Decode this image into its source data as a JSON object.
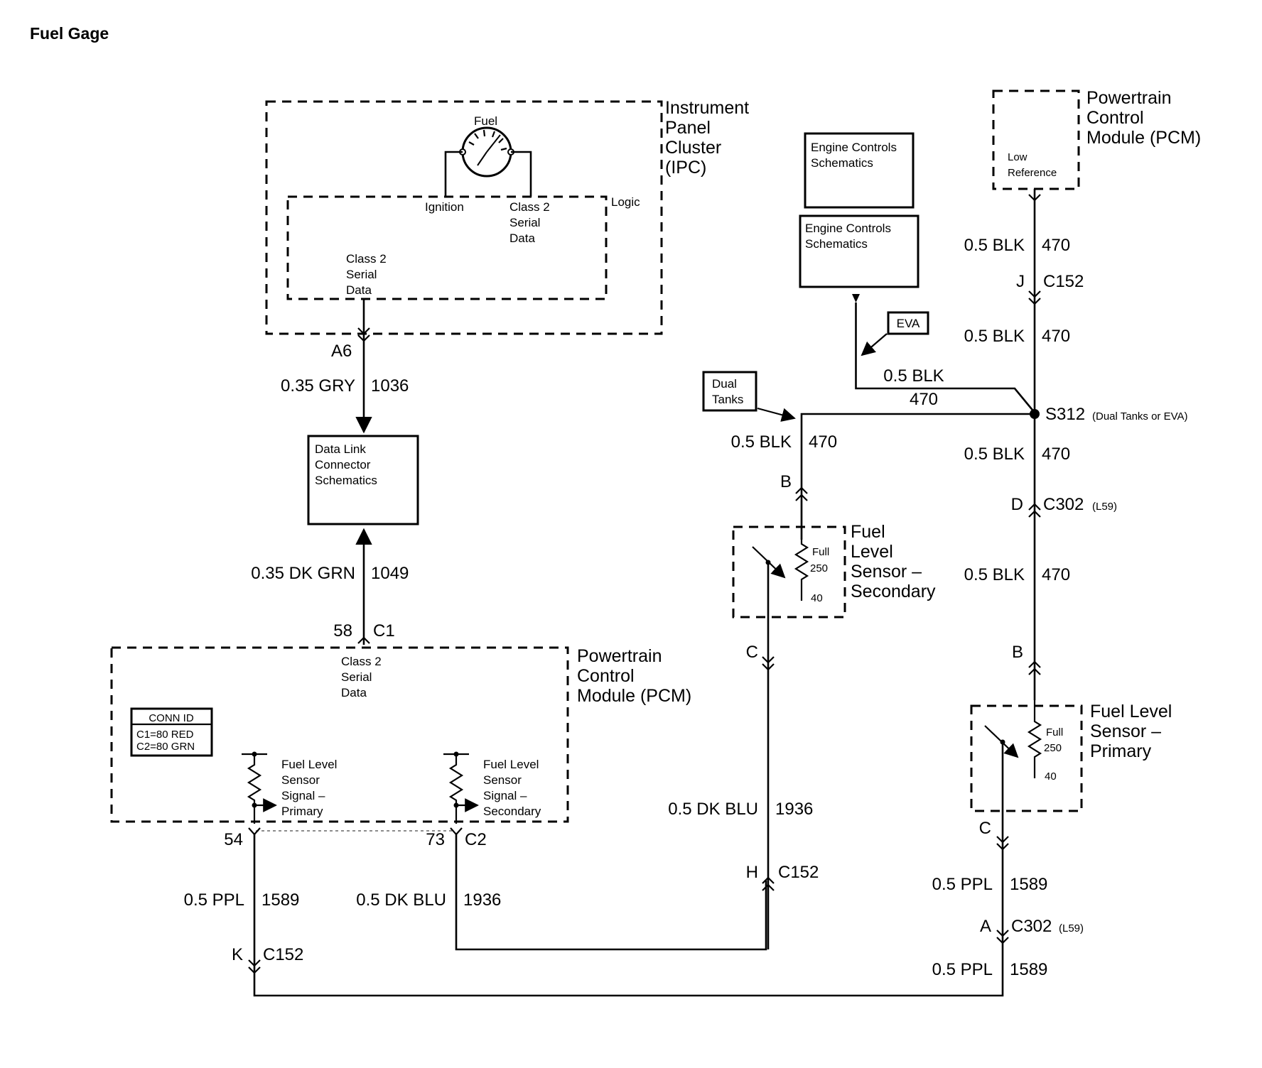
{
  "title": "Fuel Gage",
  "ipc": {
    "name": "Instrument\nPanel\nCluster\n(IPC)",
    "fuel": "Fuel",
    "logic": "Logic",
    "ignition": "Ignition",
    "serial_right": "Class 2\nSerial\nData",
    "serial_left": "Class 2\nSerial\nData",
    "pin": "A6"
  },
  "wire_gry": {
    "gauge": "0.35 GRY",
    "circuit": "1036"
  },
  "dlc": {
    "label": "Data Link\nConnector\nSchematics"
  },
  "wire_dkgrn": {
    "gauge": "0.35 DK GRN",
    "circuit": "1049"
  },
  "pcm_main": {
    "pin": "58",
    "connector": "C1",
    "name": "Powertrain\nControl\nModule (PCM)",
    "serial": "Class 2\nSerial\nData",
    "conn_id_title": "CONN ID",
    "conn_id_lines": "C1=80 RED\nC2=80 GRN",
    "sig_primary": "Fuel Level\nSensor\nSignal –\nPrimary",
    "sig_secondary": "Fuel Level\nSensor\nSignal –\nSecondary",
    "pin_54": "54",
    "pin_73": "73",
    "conn_c2": "C2"
  },
  "wire_ppl_left": {
    "gauge": "0.5 PPL",
    "circuit": "1589",
    "pin": "K",
    "connector": "C152"
  },
  "wire_dkblu_left": {
    "gauge": "0.5 DK BLU",
    "circuit": "1936"
  },
  "pcm_top": {
    "name": "Powertrain\nControl\nModule (PCM)",
    "low_ref": "Low\nReference"
  },
  "engine_controls_1": "Engine Controls\nSchematics",
  "engine_controls_2": "Engine Controls\nSchematics",
  "eva": "EVA",
  "dual_tanks": "Dual\nTanks",
  "right_wires": {
    "blk1": {
      "gauge": "0.5 BLK",
      "circuit": "470"
    },
    "c152_pin": "J",
    "c152": "C152",
    "blk2": {
      "gauge": "0.5 BLK",
      "circuit": "470"
    },
    "ec_gauge": "0.5 BLK",
    "ec_circuit": "470",
    "splice": "S312",
    "splice_note": "(Dual Tanks or EVA)",
    "blk3": {
      "gauge": "0.5 BLK",
      "circuit": "470"
    },
    "c302_pin": "D",
    "c302": "C302",
    "c302_note": "(L59)",
    "blk4": {
      "gauge": "0.5 BLK",
      "circuit": "470"
    },
    "pin_b": "B",
    "pin_c": "C",
    "ppl1": {
      "gauge": "0.5 PPL",
      "circuit": "1589"
    },
    "c302b_pin": "A",
    "c302b": "C302",
    "c302b_note": "(L59)",
    "ppl2": {
      "gauge": "0.5 PPL",
      "circuit": "1589"
    }
  },
  "secondary": {
    "blk": {
      "gauge": "0.5 BLK",
      "circuit": "470"
    },
    "pin_b": "B",
    "name": "Fuel\nLevel\nSensor –\nSecondary",
    "full": "Full",
    "r250": "250",
    "r40": "40",
    "pin_c": "C",
    "dkblu": {
      "gauge": "0.5 DK BLU",
      "circuit": "1936"
    },
    "h_pin": "H",
    "h_conn": "C152"
  },
  "primary": {
    "name": "Fuel Level\nSensor –\nPrimary",
    "full": "Full",
    "r250": "250",
    "r40": "40"
  }
}
